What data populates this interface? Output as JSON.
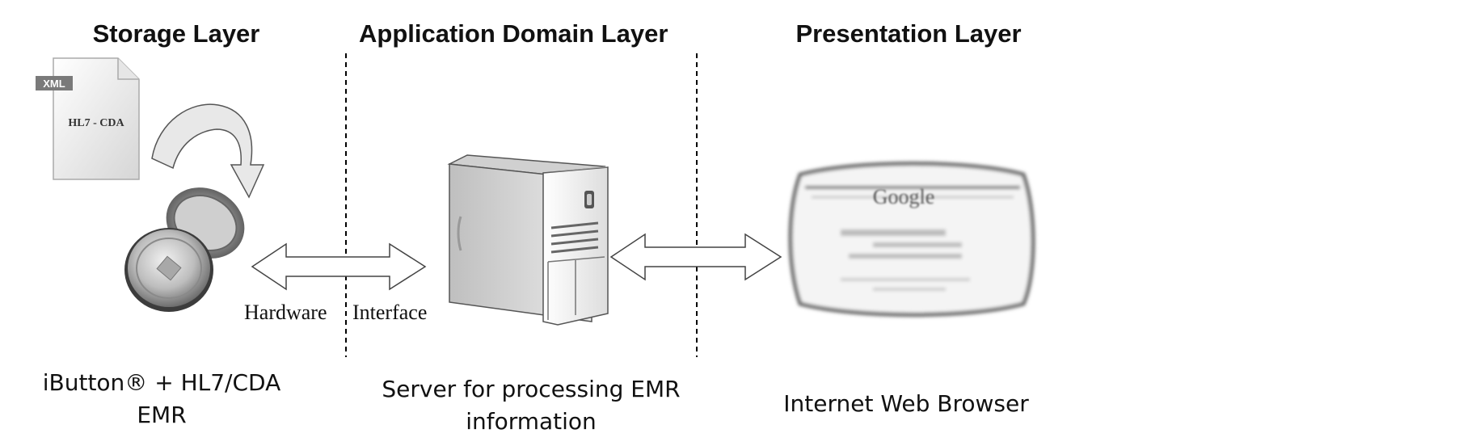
{
  "layers": {
    "storage": {
      "title": "Storage Layer",
      "caption": "iButton® + HL7/CDA EMR"
    },
    "application": {
      "title": "Application Domain Layer",
      "caption": "Server for processing EMR information"
    },
    "presentation": {
      "title": "Presentation Layer",
      "caption": "Internet Web Browser"
    }
  },
  "document_icon": {
    "badge": "XML",
    "label": "HL7 - CDA"
  },
  "interface_labels": {
    "hardware": "Hardware",
    "interface": "Interface"
  },
  "browser_logo": "Google",
  "colors": {
    "line": "#000000",
    "ibutton_metal": "#9a9a9a",
    "server_body": "#eeeeee",
    "badge": "#7a7a7a"
  }
}
